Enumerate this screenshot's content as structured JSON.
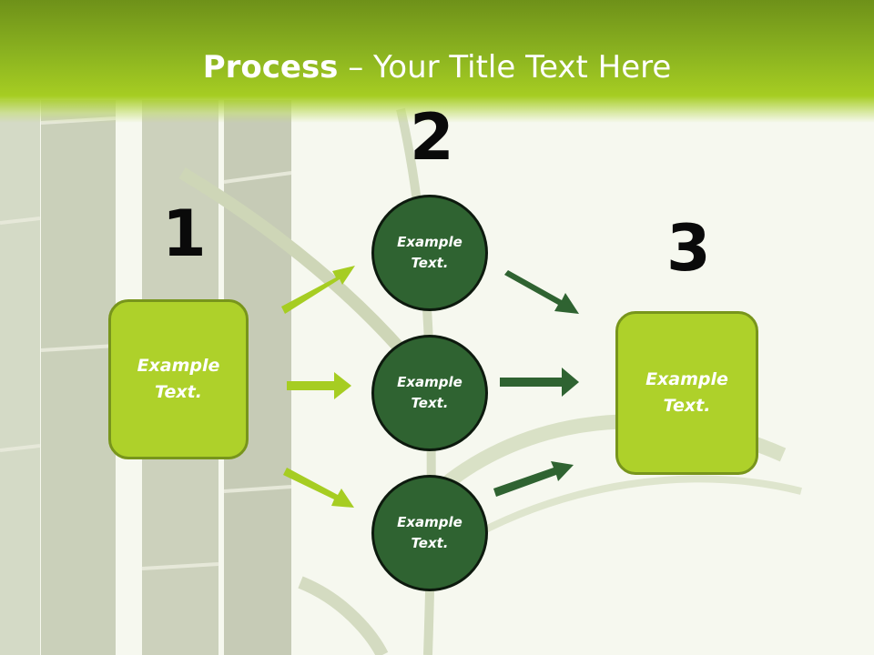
{
  "slide": {
    "title_bold": "Process",
    "title_rest": " – Your Title Text Here"
  },
  "steps": {
    "step1_number": "1",
    "step2_number": "2",
    "step3_number": "3"
  },
  "left_box": {
    "text": "Example\nText."
  },
  "circles": [
    {
      "text": "Example\nText."
    },
    {
      "text": "Example\nText."
    },
    {
      "text": "Example\nText."
    }
  ],
  "right_box": {
    "text": "Example\nText."
  },
  "colors": {
    "header_green": "#8cb420",
    "box_fill": "#aed12a",
    "box_border": "#78951c",
    "circle_fill": "#2f6331",
    "arrow_light": "#a6cd22",
    "arrow_dark": "#2f6331"
  }
}
